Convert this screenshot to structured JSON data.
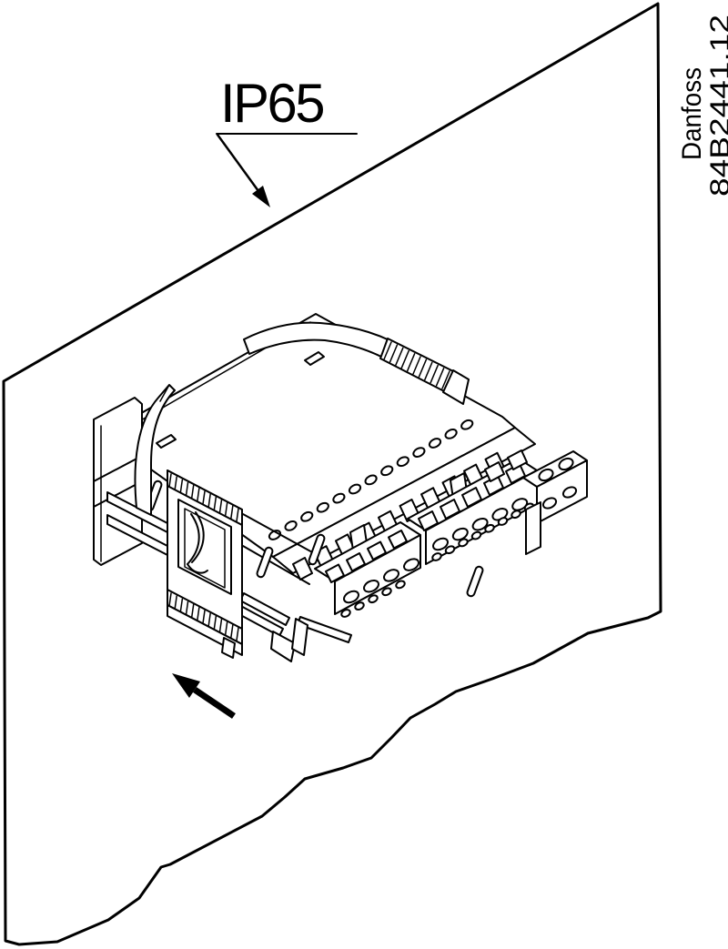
{
  "figure": {
    "background_color": "#ffffff",
    "line_color": "#000000",
    "ip65_callout": {
      "label": "IP65",
      "leader_icon": "solid-arrowhead-down-right"
    },
    "mounting_arrow_icon": "solid-arrow-up-left",
    "brand_block": {
      "line1": "Danfoss",
      "line2": "84B2441.12"
    },
    "parts": {
      "panel": "panel-cutout-sheet",
      "device": "controller-unit",
      "strap": "mounting-strap",
      "terminals": "screw-terminal-blocks",
      "bracket": "mounting-bracket"
    }
  }
}
